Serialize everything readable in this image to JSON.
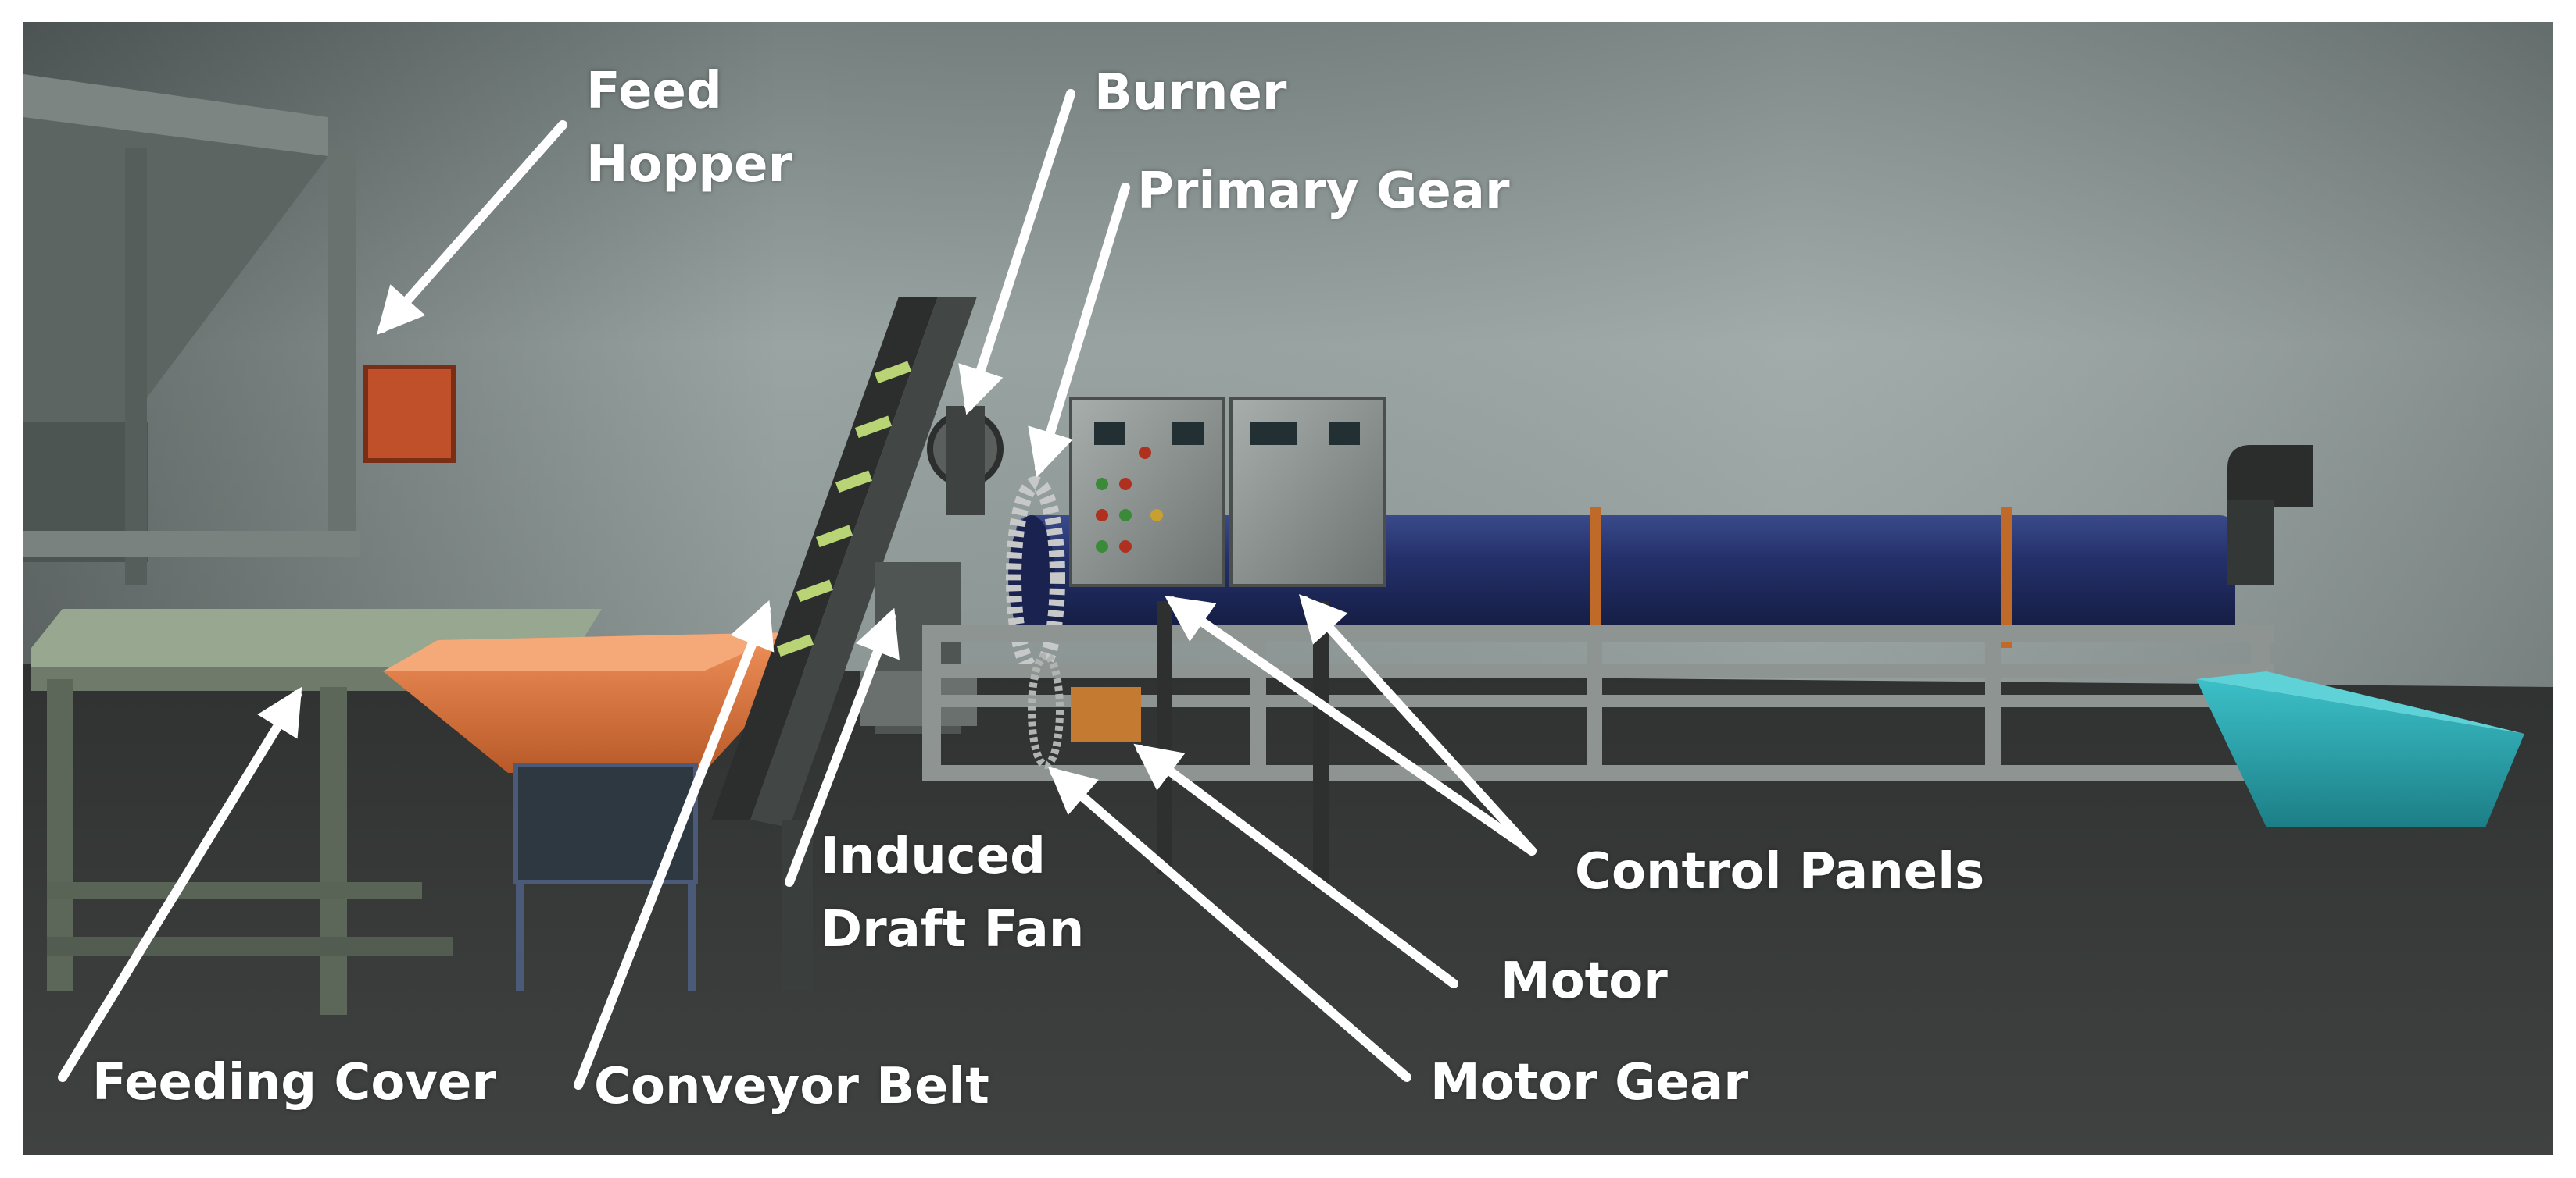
{
  "labels": {
    "feed_hopper": [
      "Feed",
      "Hopper"
    ],
    "burner": "Burner",
    "primary_gear": "Primary Gear",
    "induced_draft_fan": [
      "Induced",
      "Draft Fan"
    ],
    "control_panels": "Control Panels",
    "motor": "Motor",
    "motor_gear": "Motor Gear",
    "feeding_cover": "Feeding Cover",
    "conveyor_belt": "Conveyor Belt"
  },
  "colors": {
    "wall": "#8a9594",
    "floor": "#3a3d3c",
    "drum": "#1f2a5c",
    "hopper_bin": "#e07838",
    "tray": "#2aa6ae",
    "frame": "#8e9492",
    "label": "#ffffff",
    "arrow": "#ffffff"
  }
}
